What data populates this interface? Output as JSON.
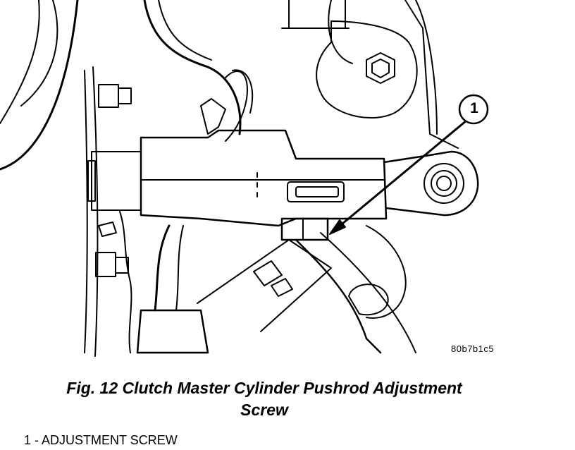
{
  "figure": {
    "callout_number": "1",
    "image_code": "80b7b1c5"
  },
  "caption": {
    "line1": "Fig. 12 Clutch Master Cylinder Pushrod Adjustment",
    "line2": "Screw"
  },
  "legend": {
    "item1": "1 - ADJUSTMENT SCREW"
  },
  "colors": {
    "ink": "#000000",
    "paper": "#ffffff"
  }
}
